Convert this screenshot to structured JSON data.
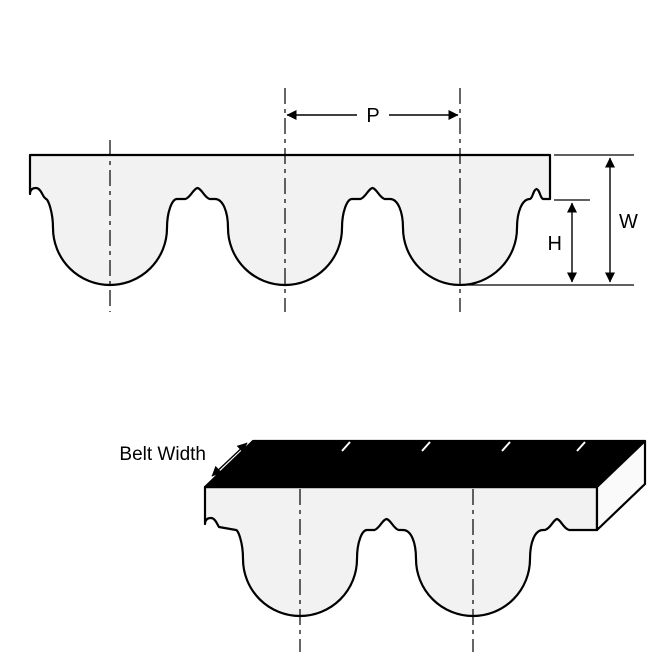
{
  "diagram": {
    "labels": {
      "pitch": "P",
      "belt_thickness": "W",
      "tooth_height": "H",
      "belt_width": "Belt Width"
    },
    "colors": {
      "outline": "#000000",
      "belt_fill": "#f2f2f2",
      "top_face": "#000000",
      "end_face": "#fafafa",
      "background": "#ffffff"
    }
  }
}
